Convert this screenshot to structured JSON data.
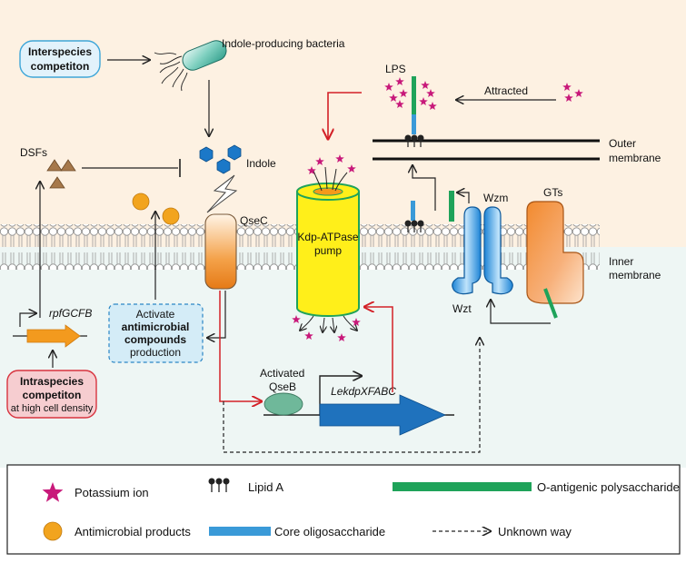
{
  "interspecies": {
    "line1": "Interspecies",
    "line2": "competiton"
  },
  "indole_bacteria": "Indole-producing bacteria",
  "indole": "Indole",
  "dsfs": "DSFs",
  "qsec": "QseC",
  "lps": "LPS",
  "attracted": "Attracted",
  "outer_membrane": {
    "line1": "Outer",
    "line2": "membrane"
  },
  "inner_membrane": {
    "line1": "Inner",
    "line2": "membrane"
  },
  "kdp": {
    "line1": "Kdp-ATPase",
    "line2": "pump"
  },
  "wzm": "Wzm",
  "wzt": "Wzt",
  "gts": "GTs",
  "rpf": "rpfGCFB",
  "activate_box": {
    "line1": "Activate",
    "line2": "antimicrobial",
    "line3": "compounds",
    "line4": "production"
  },
  "intraspecies": {
    "line1": "Intraspecies",
    "line2": "competiton",
    "line3": "at high cell density"
  },
  "qseb": {
    "line1": "Activated",
    "line2": "QseB"
  },
  "lekdp": "LekdpXFABC",
  "legend": {
    "potassium": "Potassium ion",
    "lipid_a": "Lipid A",
    "o_antigen": "O-antigenic polysaccharide",
    "antimicrobial": "Antimicrobial products",
    "core": "Core oligosaccharide",
    "unknown": "Unknown way"
  },
  "colors": {
    "extracellular": "#fdf1e2",
    "cytoplasm": "#eef6f4",
    "red_arrow": "#d32027",
    "potassium": "#c8197a",
    "o_antigen": "#1fa35a",
    "core": "#3a9ad8",
    "antimicrobial": "#f2a41e",
    "kdp_pump": "#ffef1a",
    "dsf": "#a6784a",
    "indole": "#1b78c8"
  }
}
